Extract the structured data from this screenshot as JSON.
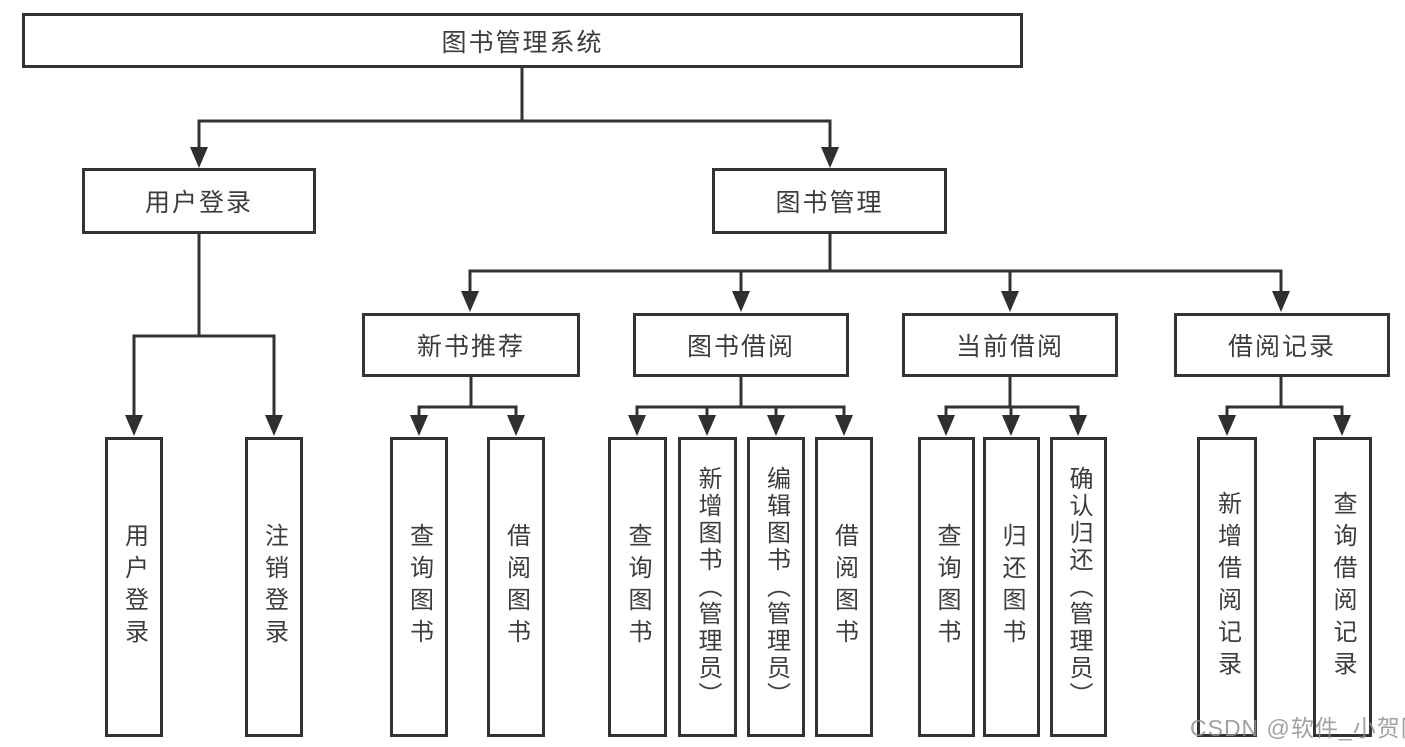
{
  "diagram": {
    "root": {
      "label": "图书管理系统"
    },
    "branches": [
      {
        "label": "用户登录",
        "children": [
          {
            "label": "用户登录"
          },
          {
            "label": "注销登录"
          }
        ]
      },
      {
        "label": "图书管理",
        "children": [
          {
            "label": "新书推荐",
            "children": [
              {
                "label": "查询图书"
              },
              {
                "label": "借阅图书"
              }
            ]
          },
          {
            "label": "图书借阅",
            "children": [
              {
                "label": "查询图书"
              },
              {
                "label": "新增图书（管理员）"
              },
              {
                "label": "编辑图书（管理员）"
              },
              {
                "label": "借阅图书"
              }
            ]
          },
          {
            "label": "当前借阅",
            "children": [
              {
                "label": "查询图书"
              },
              {
                "label": "归还图书"
              },
              {
                "label": "确认归还（管理员）"
              }
            ]
          },
          {
            "label": "借阅记录",
            "children": [
              {
                "label": "新增借阅记录"
              },
              {
                "label": "查询借阅记录"
              }
            ]
          }
        ]
      }
    ]
  },
  "watermark": {
    "text": "CSDN @软件_小贺同学",
    "color": "#919191"
  },
  "colors": {
    "line": "#333333",
    "box_border": "#333333",
    "arrowhead": "#2f2f2f",
    "text": "#3d3d3d",
    "background": "#ffffff"
  }
}
